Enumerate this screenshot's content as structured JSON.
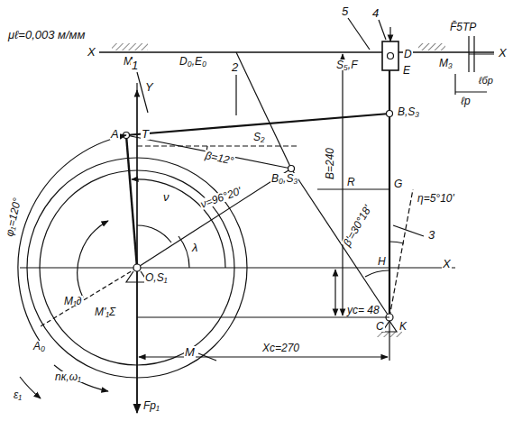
{
  "diagram": {
    "labels": [
      "μℓ=0,003 м/мм",
      "X",
      "M₁",
      "D₀,E₀",
      "5",
      "S₅,F",
      "4",
      "D",
      "E",
      "M₃",
      "F̄5ТР",
      "X",
      "ℓр",
      "ℓбр",
      "1",
      "2",
      "Y",
      "A",
      "T",
      "β=12°",
      "S₂",
      "B₀,S₃",
      "ν=96°20'",
      "ν",
      "λ",
      "R",
      "G",
      "η=5°10'",
      "3",
      "β'=30°18'",
      "H",
      "X",
      "B=240",
      "B,S₃",
      "O,S₁",
      "M₁∂",
      "M'₁Σ",
      "φ₁=120°",
      "A₀",
      "M",
      "yc= 48",
      "C",
      "K",
      "Xc=270",
      "nк,ω₁",
      "ε₁",
      "Fp₁"
    ]
  }
}
